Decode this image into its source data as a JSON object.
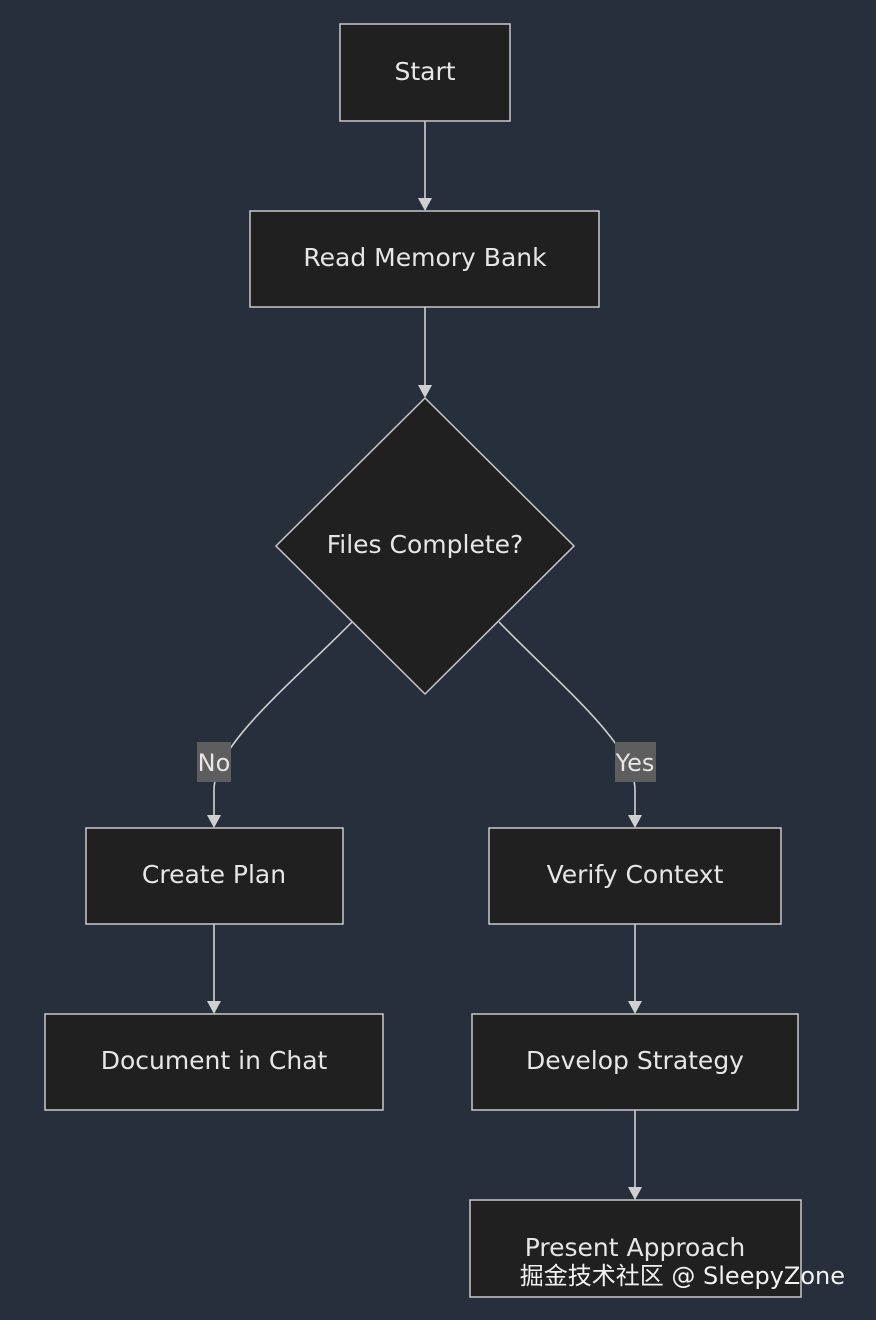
{
  "diagram": {
    "type": "flowchart",
    "nodes": {
      "start": "Start",
      "read_memory_bank": "Read Memory Bank",
      "files_complete": "Files Complete?",
      "create_plan": "Create Plan",
      "document_in_chat": "Document in Chat",
      "verify_context": "Verify Context",
      "develop_strategy": "Develop Strategy",
      "present_approach": "Present Approach"
    },
    "edges": [
      {
        "from": "start",
        "to": "read_memory_bank",
        "label": ""
      },
      {
        "from": "read_memory_bank",
        "to": "files_complete",
        "label": ""
      },
      {
        "from": "files_complete",
        "to": "create_plan",
        "label": "No"
      },
      {
        "from": "files_complete",
        "to": "verify_context",
        "label": "Yes"
      },
      {
        "from": "create_plan",
        "to": "document_in_chat",
        "label": ""
      },
      {
        "from": "verify_context",
        "to": "develop_strategy",
        "label": ""
      },
      {
        "from": "develop_strategy",
        "to": "present_approach",
        "label": ""
      }
    ],
    "edge_labels": {
      "no": "No",
      "yes": "Yes"
    }
  },
  "watermark": {
    "text": "掘金技术社区 @ SleepyZone"
  },
  "colors": {
    "background": "#282f3c",
    "node_fill": "#202020",
    "node_stroke": "#c8c8c8",
    "text": "#e6e6e6",
    "edge_label_bg": "#5e5e5e"
  }
}
